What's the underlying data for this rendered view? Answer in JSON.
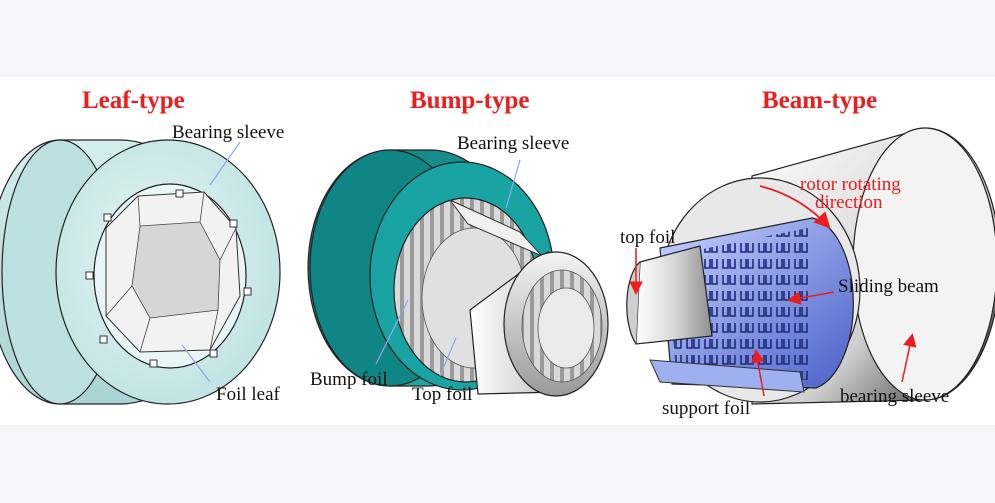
{
  "panels": [
    {
      "title": "Leaf-type",
      "labels": {
        "sleeve": "Bearing sleeve",
        "foil": "Foil leaf"
      }
    },
    {
      "title": "Bump-type",
      "labels": {
        "sleeve": "Bearing sleeve",
        "bump": "Bump foil",
        "top": "Top foil"
      }
    },
    {
      "title": "Beam-type",
      "labels": {
        "rotor_line1": "rotor rotating",
        "rotor_line2": "direction",
        "top": "top foil",
        "sliding": "Sliding beam",
        "support": "support foil",
        "sleeve": "bearing sleeve"
      }
    }
  ],
  "colors": {
    "leaf_sleeve": "#cdeaea",
    "bump_sleeve": "#1a9a9a",
    "beam_foil": "#6f86e6",
    "label_red": "#ee1c1c",
    "pointer_blue": "#8fa6ea"
  }
}
